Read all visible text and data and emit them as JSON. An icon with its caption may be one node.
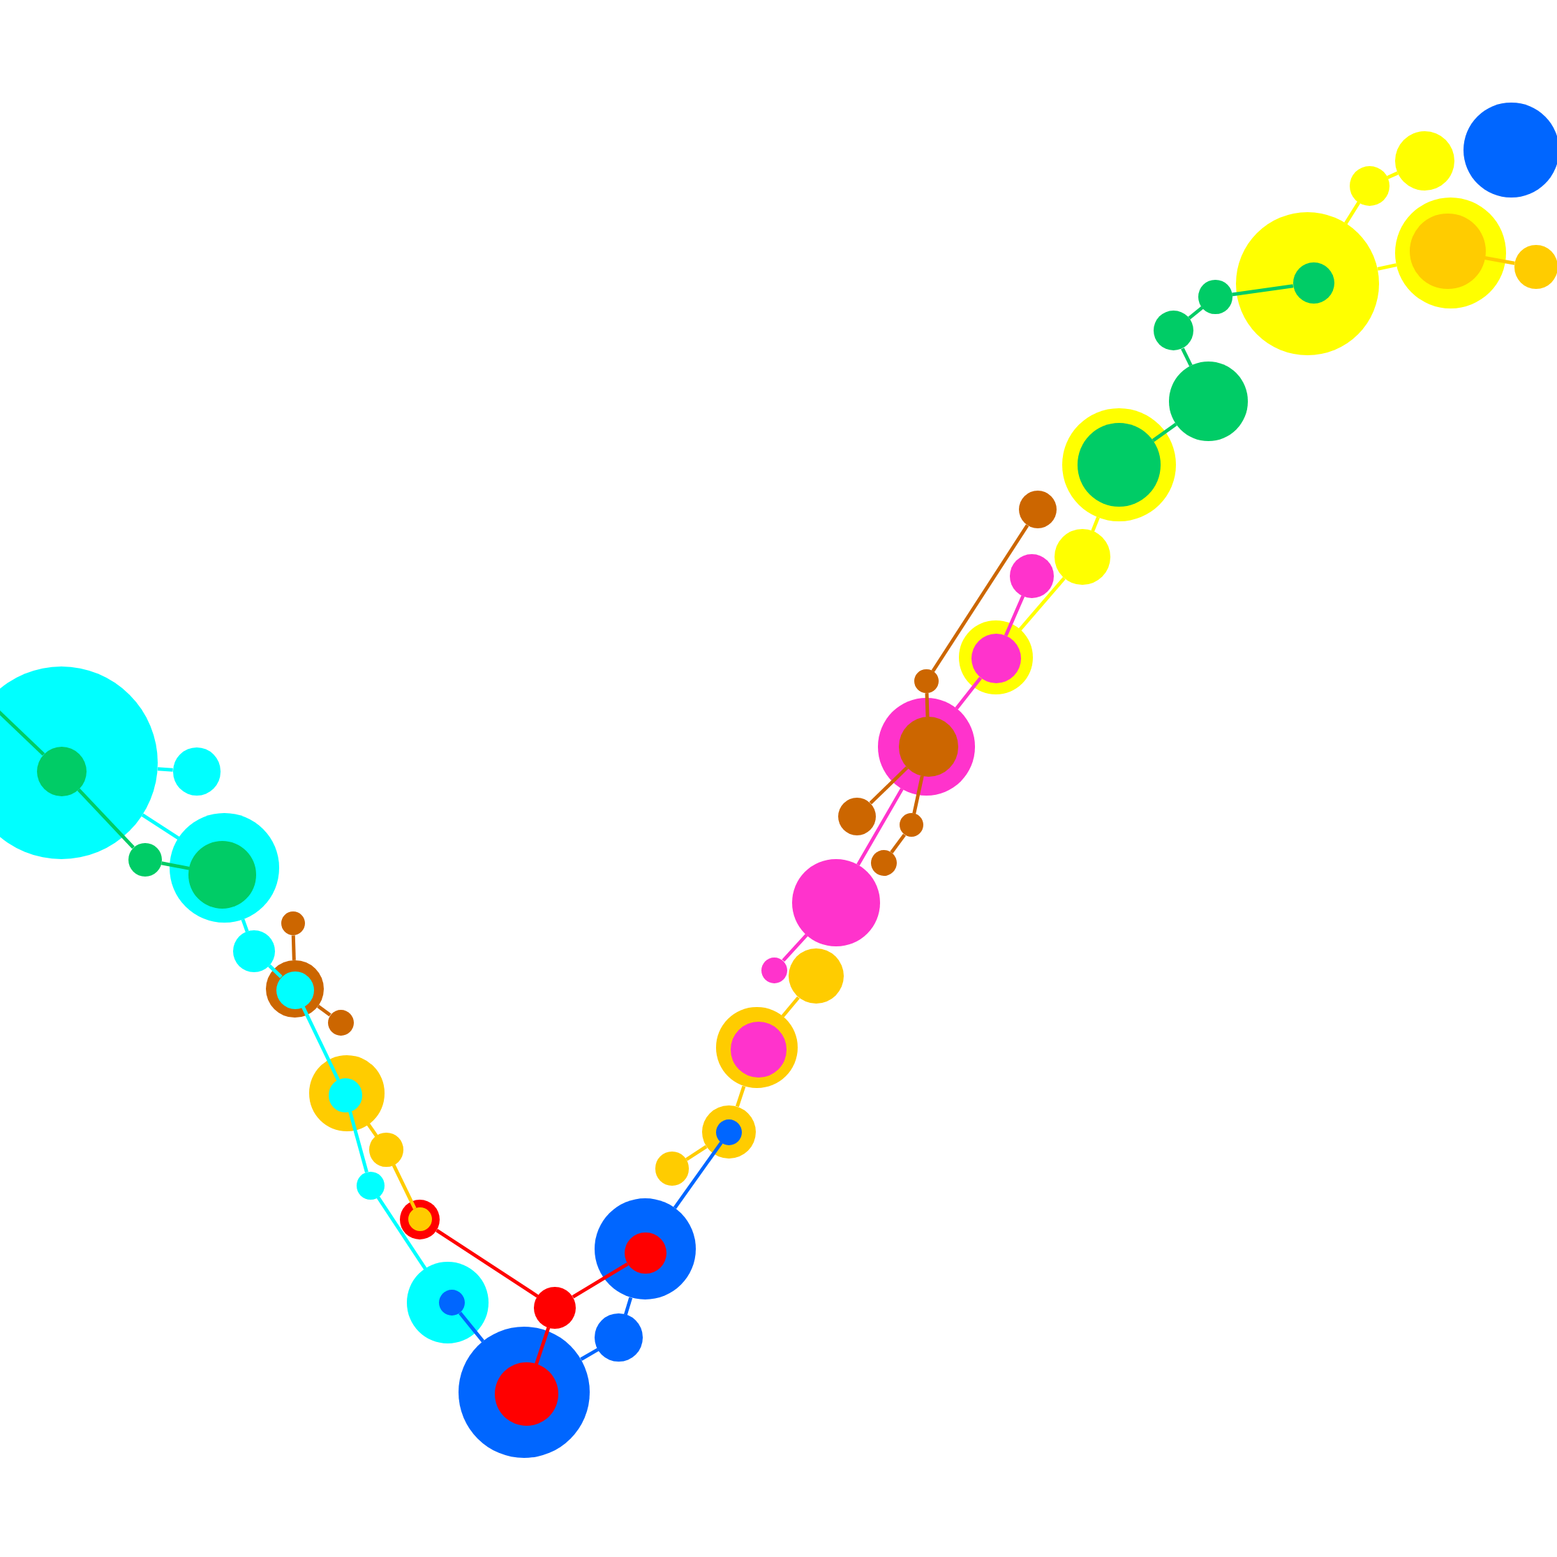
{
  "diagram": {
    "nodes": [
      {
        "text": [],
        "shape": "circle"
      },
      {
        "text": [],
        "shape": "circle"
      },
      {
        "text": [],
        "shape": "circle"
      },
      {
        "text": [],
        "shape": "circle"
      },
      {
        "text": [],
        "shape": "circle",
        "in": 3
      },
      {
        "text": [],
        "shape": "circle"
      },
      {
        "text": [],
        "shape": "circle",
        "in": 5
      },
      {
        "text": [],
        "shape": "circle"
      },
      {
        "text": [],
        "shape": "circle"
      },
      {
        "text": [],
        "shape": "circle"
      },
      {
        "text": [],
        "shape": "circle"
      },
      {
        "text": [],
        "shape": "circle"
      },
      {
        "text": [],
        "shape": "circle",
        "in": 11
      },
      {
        "text": [],
        "shape": "circle"
      },
      {
        "text": [],
        "shape": "circle"
      },
      {
        "text": [],
        "shape": "circle"
      },
      {
        "text": [],
        "shape": "circle"
      },
      {
        "text": [],
        "shape": "circle",
        "in": 16
      },
      {
        "text": [],
        "shape": "circle"
      },
      {
        "text": [],
        "shape": "circle"
      },
      {
        "text": [],
        "shape": "circle",
        "in": 19
      },
      {
        "text": [],
        "shape": "circle"
      },
      {
        "text": [],
        "shape": "circle"
      },
      {
        "text": [],
        "shape": "circle"
      },
      {
        "text": [],
        "shape": "circle"
      },
      {
        "text": [],
        "shape": "circle"
      },
      {
        "text": [],
        "shape": "circle"
      },
      {
        "text": [],
        "shape": "circle"
      },
      {
        "text": [],
        "shape": "circle",
        "in": 27
      },
      {
        "text": [],
        "shape": "circle"
      },
      {
        "text": [],
        "shape": "circle",
        "in": 29
      },
      {
        "text": [],
        "shape": "circle"
      },
      {
        "text": [],
        "shape": "circle"
      },
      {
        "text": [],
        "shape": "circle",
        "in": 32
      },
      {
        "text": [],
        "shape": "circle"
      },
      {
        "text": [],
        "shape": "circle"
      },
      {
        "text": [],
        "shape": "circle"
      },
      {
        "text": [],
        "shape": "circle",
        "in": 36
      },
      {
        "text": [],
        "shape": "circle"
      },
      {
        "text": [],
        "shape": "circle",
        "in": 38
      },
      {
        "text": [],
        "shape": "circle"
      },
      {
        "text": [],
        "shape": "circle",
        "in": 40
      },
      {
        "text": [],
        "shape": "circle"
      },
      {
        "text": [],
        "shape": "circle"
      },
      {
        "text": [],
        "shape": "circle"
      },
      {
        "text": [],
        "shape": "circle",
        "in": 44
      },
      {
        "text": [],
        "shape": "circle"
      },
      {
        "text": [],
        "shape": "circle"
      },
      {
        "text": [],
        "shape": "circle",
        "in": 47
      },
      {
        "text": [],
        "shape": "circle"
      },
      {
        "text": [],
        "shape": "circle"
      },
      {
        "text": [],
        "shape": "circle"
      },
      {
        "text": [],
        "shape": "circle",
        "in": 51
      },
      {
        "text": [],
        "shape": "circle"
      },
      {
        "text": [],
        "shape": "circle"
      },
      {
        "text": [],
        "shape": "circle"
      },
      {
        "text": [],
        "shape": "circle",
        "in": 55
      }
    ],
    "edges": [
      {
        "from": 1,
        "to": 2,
        "arrow": "none",
        "color": "#ffff00"
      },
      {
        "from": 2,
        "to": 3,
        "arrow": "none",
        "color": "#ffff00"
      },
      {
        "from": 3,
        "to": 5,
        "arrow": "none",
        "color": "#ffff00"
      },
      {
        "from": 6,
        "to": 7,
        "arrow": "none",
        "color": "#ffcc00"
      },
      {
        "from": 4,
        "to": 8,
        "arrow": "none",
        "color": "#00cc66"
      },
      {
        "from": 8,
        "to": 9,
        "arrow": "none",
        "color": "#00cc66"
      },
      {
        "from": 9,
        "to": 10,
        "arrow": "none",
        "color": "#00cc66"
      },
      {
        "from": 10,
        "to": 12,
        "arrow": "none",
        "color": "#00cc66"
      },
      {
        "from": 11,
        "to": 14,
        "arrow": "none",
        "color": "#ffff00"
      },
      {
        "from": 14,
        "to": 16,
        "arrow": "none",
        "color": "#ffff00"
      },
      {
        "from": 13,
        "to": 18,
        "arrow": "none",
        "color": "#cc6600"
      },
      {
        "from": 18,
        "to": 20,
        "arrow": "none",
        "color": "#cc6600"
      },
      {
        "from": 20,
        "to": 21,
        "arrow": "none",
        "color": "#cc6600"
      },
      {
        "from": 20,
        "to": 22,
        "arrow": "none",
        "color": "#cc6600"
      },
      {
        "from": 22,
        "to": 23,
        "arrow": "none",
        "color": "#cc6600"
      },
      {
        "from": 15,
        "to": 17,
        "arrow": "none",
        "color": "#ff33cc"
      },
      {
        "from": 17,
        "to": 19,
        "arrow": "none",
        "color": "#ff33cc"
      },
      {
        "from": 19,
        "to": 24,
        "arrow": "none",
        "color": "#ff33cc"
      },
      {
        "from": 24,
        "to": 25,
        "arrow": "none",
        "color": "#ff33cc"
      },
      {
        "from": 26,
        "to": 27,
        "arrow": "none",
        "color": "#ffcc00"
      },
      {
        "from": 27,
        "to": 29,
        "arrow": "none",
        "color": "#ffcc00"
      },
      {
        "from": 29,
        "to": 31,
        "arrow": "none",
        "color": "#ffcc00"
      },
      {
        "from": 30,
        "to": 32,
        "arrow": "none",
        "color": "#0066ff"
      },
      {
        "from": 32,
        "to": 34,
        "arrow": "none",
        "color": "#0066ff"
      },
      {
        "from": 34,
        "to": 36,
        "arrow": "none",
        "color": "#0066ff"
      },
      {
        "from": 36,
        "to": 39,
        "arrow": "none",
        "color": "#0066ff"
      },
      {
        "from": 33,
        "to": 35,
        "arrow": "none",
        "color": "#ff0000"
      },
      {
        "from": 35,
        "to": 37,
        "arrow": "none",
        "color": "#ff0000"
      },
      {
        "from": 35,
        "to": 40,
        "arrow": "none",
        "color": "#ff0000"
      },
      {
        "from": 41,
        "to": 43,
        "arrow": "none",
        "color": "#ffcc00"
      },
      {
        "from": 43,
        "to": 44,
        "arrow": "none",
        "color": "#ffcc00"
      },
      {
        "from": 38,
        "to": 42,
        "arrow": "none",
        "color": "#00ffff"
      },
      {
        "from": 42,
        "to": 45,
        "arrow": "none",
        "color": "#00ffff"
      },
      {
        "from": 45,
        "to": 48,
        "arrow": "none",
        "color": "#00ffff"
      },
      {
        "from": 48,
        "to": 50,
        "arrow": "none",
        "color": "#00ffff"
      },
      {
        "from": 50,
        "to": 51,
        "arrow": "none",
        "color": "#00ffff"
      },
      {
        "from": 51,
        "to": 55,
        "arrow": "none",
        "color": "#00ffff"
      },
      {
        "from": 55,
        "to": 54,
        "arrow": "none",
        "color": "#00ffff"
      },
      {
        "from": 47,
        "to": 49,
        "arrow": "none",
        "color": "#cc6600"
      },
      {
        "from": 47,
        "to": 46,
        "arrow": "none",
        "color": "#cc6600"
      },
      {
        "from": 52,
        "to": 53,
        "arrow": "none",
        "color": "#00cc66"
      },
      {
        "from": 53,
        "to": 56,
        "arrow": "none",
        "color": "#00cc66"
      },
      {
        "from": null,
        "to": 56,
        "arrow": "none",
        "color": "#00cc66"
      }
    ]
  }
}
